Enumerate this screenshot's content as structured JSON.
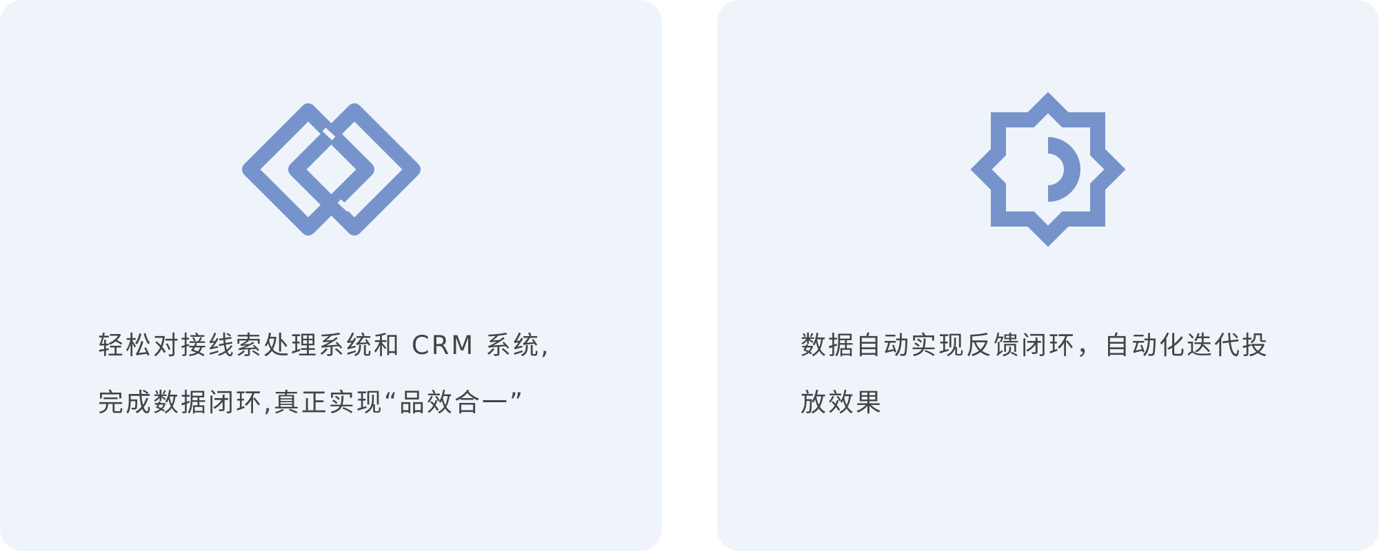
{
  "colors": {
    "card_bg": "#eff4fb",
    "icon": "#7694cb",
    "text": "#444444"
  },
  "cards": [
    {
      "icon": "interlocked-diamonds-icon",
      "lines": [
        "轻松对接线索处理系统和 CRM 系统,",
        "完成数据闭环,真正实现“品效合一”"
      ]
    },
    {
      "icon": "star-moon-icon",
      "lines": [
        "数据自动实现反馈闭环，自动化迭代投",
        "放效果"
      ]
    }
  ]
}
